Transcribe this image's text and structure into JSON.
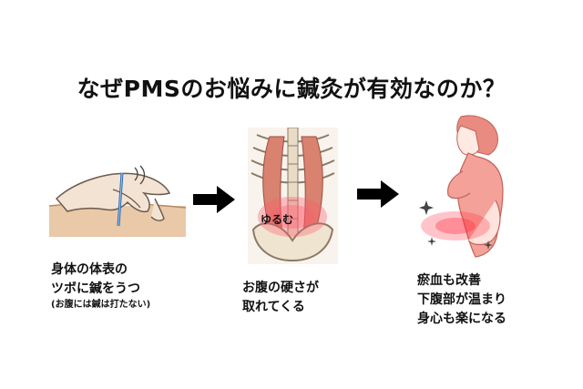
{
  "title": "なぜPMSのお悩みに鍼灸が有効なのか？",
  "steps": [
    {
      "line1": "身体の体表の",
      "line2": "ツボに鍼をうつ",
      "note": "(お腹には鍼は打たない)"
    },
    {
      "badge": "ゆるむ",
      "line1": "お腹の硬さが",
      "line2": "取れてくる"
    },
    {
      "line1": "瘀血も改善",
      "line2": "下腹部が温まり",
      "line3": "身心も楽になる"
    }
  ],
  "icons": {
    "arrow1": "right-arrow-icon",
    "arrow2": "right-arrow-icon"
  }
}
